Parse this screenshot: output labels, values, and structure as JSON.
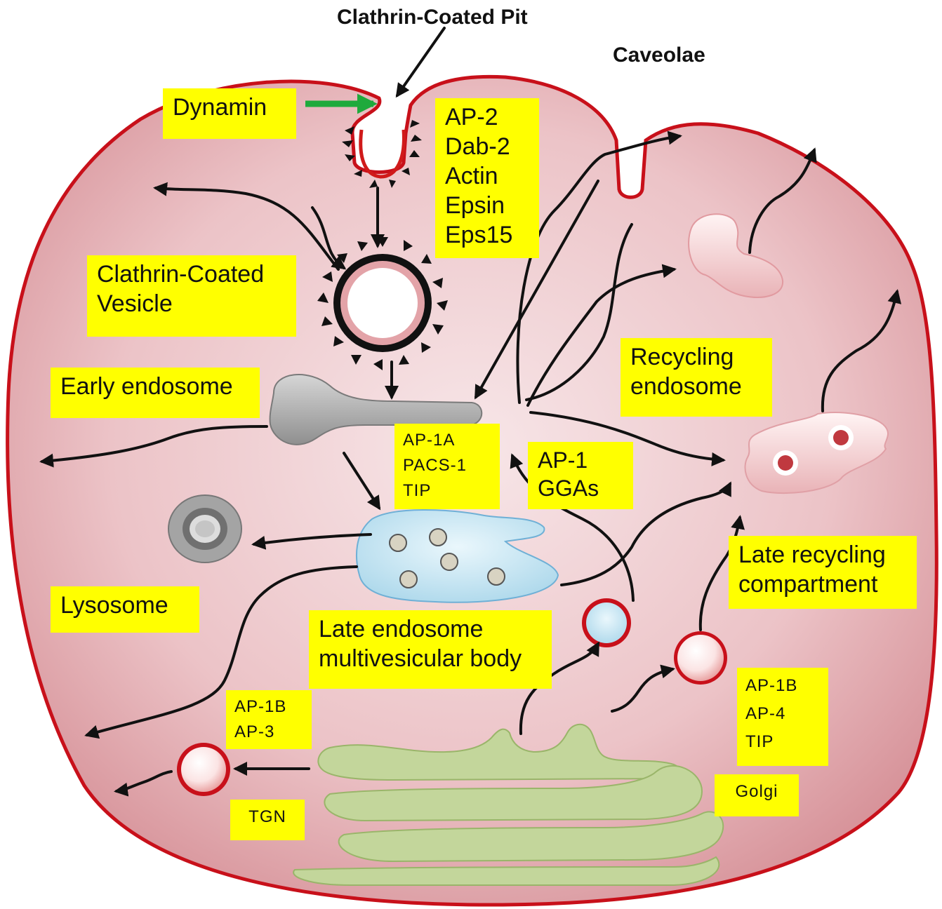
{
  "title_pit": "Clathrin-Coated Pit",
  "title_caveolae": "Caveolae",
  "labels": {
    "dynamin": "Dynamin",
    "adaptors": [
      "AP-2",
      "Dab-2",
      "Actin",
      "Epsin",
      "Eps15"
    ],
    "ccv": [
      "Clathrin-Coated",
      "Vesicle"
    ],
    "early_endosome": "Early endosome",
    "recycling_endosome": [
      "Recycling",
      "endosome"
    ],
    "ap1a": [
      "AP-1A",
      "PACS-1",
      "TIP"
    ],
    "ap1_ggas": [
      "AP-1",
      "GGAs"
    ],
    "late_recycling": [
      "Late recycling",
      "compartment"
    ],
    "lysosome": "Lysosome",
    "late_endosome": [
      "Late endosome",
      "multivesicular body"
    ],
    "ap1b_ap3": [
      "AP-1B",
      "AP-3"
    ],
    "ap1b_ap4": [
      "AP-1B",
      "AP-4",
      "TIP"
    ],
    "tgn": "TGN",
    "golgi": "Golgi"
  },
  "colors": {
    "membrane": "#c8101a",
    "cytoplasm": "#e2a8ad",
    "label_bg": "#ffff00",
    "golgi": "#c3d69b",
    "mvb": "#bfe3f2",
    "dynamin_arrow": "#1faa3c"
  }
}
